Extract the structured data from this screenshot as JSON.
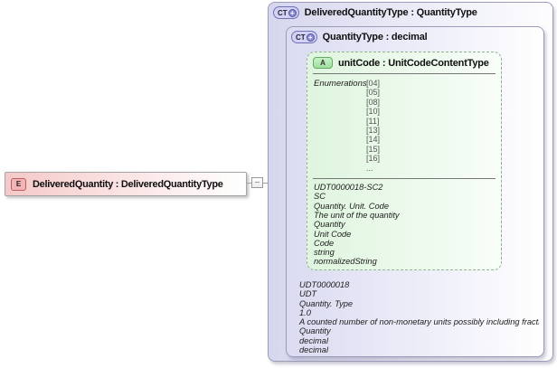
{
  "diagram": {
    "element": {
      "badge": "E",
      "title": "DeliveredQuantity : DeliveredQuantityType",
      "toggle_glyph": "−"
    },
    "outer_type": {
      "badge": "CT",
      "plus_glyph": "+",
      "title": "DeliveredQuantityType : QuantityType"
    },
    "inner_type": {
      "badge": "CT",
      "plus_glyph": "+",
      "title": "QuantityType : decimal",
      "annotations": [
        "UDT0000018",
        "UDT",
        "Quantity. Type",
        "1.0",
        "A counted number of non-monetary units possibly including fractions.",
        "Quantity",
        "decimal",
        "decimal"
      ]
    },
    "attribute": {
      "badge": "A",
      "title": "unitCode : UnitCodeContentType",
      "enumerations_label": "Enumerations",
      "enumerations": [
        "[04]",
        "[05]",
        "[08]",
        "[10]",
        "[11]",
        "[13]",
        "[14]",
        "[15]",
        "[16]",
        "..."
      ],
      "annotations": [
        "UDT0000018-SC2",
        "SC",
        "Quantity. Unit. Code",
        "The unit of the quantity",
        "Quantity",
        "Unit Code",
        "Code",
        "string",
        "normalizedString"
      ]
    },
    "colors": {
      "type_accent": "#d6d6ee",
      "attribute_accent": "#dff5df",
      "element_accent": "#f5c9c9"
    }
  }
}
